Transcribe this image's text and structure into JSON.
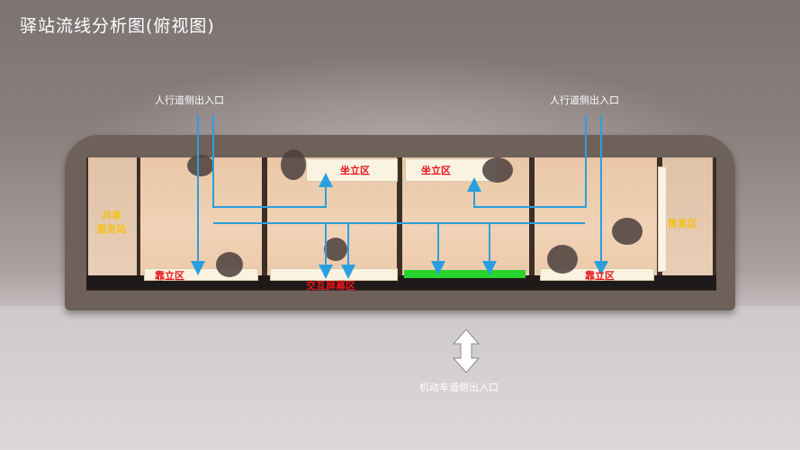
{
  "title": "驿站流线分析图(俯视图)",
  "labels": {
    "ped_entrance_left": "人行道侧出入口",
    "ped_entrance_right": "人行道侧出入口",
    "vehicle_entrance": "机动车道侧出入口",
    "shared_station_line1": "共享",
    "shared_station_line2": "服务站",
    "sale_area": "售卖区",
    "seat_area_left": "坐立区",
    "seat_area_right": "坐立区",
    "lean_area_left": "靠立区",
    "lean_area_right": "靠立区",
    "interactive_screen_area": "交互屏幕区"
  },
  "colors": {
    "flow_line": "#2a9fe0",
    "red_label": "#e8141a",
    "yellow_label": "#f2c21b",
    "screen": "#27d42b"
  }
}
